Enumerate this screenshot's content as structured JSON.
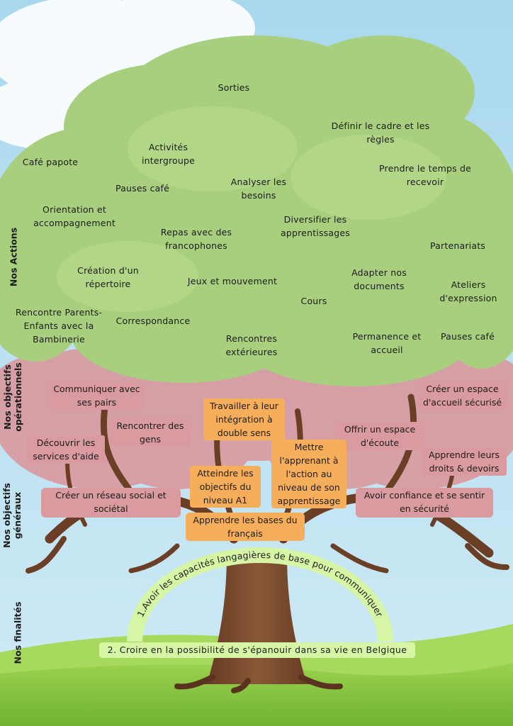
{
  "side_labels": {
    "actions": "Nos Actions",
    "operationnels": "Nos objectifs opérationnels",
    "generaux": "Nos objectifs généraux",
    "finalites": "Nos finalités"
  },
  "actions": [
    "Sorties",
    "Définir le cadre et les règles",
    "Activités intergroupe",
    "Café papote",
    "Prendre le temps de recevoir",
    "Pauses café",
    "Analyser les besoins",
    "Orientation et accompagnement",
    "Diversifier les apprentissages",
    "Repas avec des francophones",
    "Partenariats",
    "Création d'un répertoire",
    "Jeux et mouvement",
    "Adapter nos documents",
    "Ateliers d'expression",
    "Cours",
    "Rencontre Parents-Enfants avec la Bambinerie",
    "Correspondance",
    "Rencontres extérieures",
    "Permanence et accueil",
    "Pauses café"
  ],
  "objectifs_operationnels": [
    "Communiquer avec ses pairs",
    "Travailler à leur intégration à double sens",
    "Créer un espace d'accueil sécurisé",
    "Rencontrer des gens",
    "Découvrir les services d'aide",
    "Offrir un espace d'écoute",
    "Mettre l'apprenant à l'action au niveau de son apprentissage",
    "Apprendre leurs droits & devoirs",
    "Atteindre les objectifs du niveau A1"
  ],
  "objectifs_generaux": [
    "Créer un réseau social et sociétal",
    "Avoir confiance et se sentir en sécurité",
    "Apprendre les bases du français"
  ],
  "finalites": [
    "1.Avoir les capacités langagières de base pour communiquer",
    "2. Croire en la possibilité de s'épanouir dans sa vie en Belgique"
  ],
  "colors": {
    "sky": "#bfe2f2",
    "foliage": "#a8cf7e",
    "blossom": "#d99aa0",
    "trunk": "#7a4a2e",
    "grass": "#8fca45",
    "orange_box": "#f6ae5b",
    "finalite_band": "#d6f5a5"
  },
  "icons": {
    "tree": "tree-illustration"
  }
}
